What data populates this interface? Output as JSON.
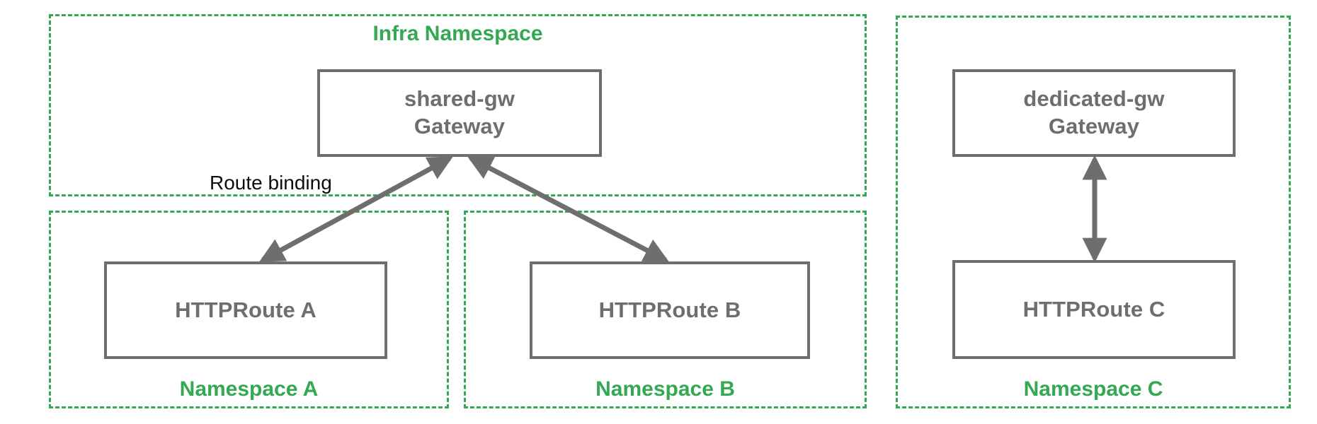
{
  "diagram": {
    "title_hidden": "",
    "colors": {
      "namespace_border": "#34a853",
      "namespace_label": "#34a853",
      "resource_border": "#6e6e6e",
      "resource_text": "#6e6e6e",
      "arrow": "#6e6e6e",
      "edge_label_text": "#0d0d0d",
      "background": "#ffffff"
    },
    "namespaces": [
      {
        "id": "infra",
        "label": "Infra Namespace",
        "label_position": "top-center"
      },
      {
        "id": "ns-a",
        "label": "Namespace A",
        "label_position": "bottom-center"
      },
      {
        "id": "ns-b",
        "label": "Namespace B",
        "label_position": "bottom-center"
      },
      {
        "id": "ns-c",
        "label": "Namespace C",
        "label_position": "bottom-center"
      }
    ],
    "nodes": [
      {
        "id": "shared-gw",
        "name": "shared-gw",
        "kind": "Gateway",
        "namespace": "infra"
      },
      {
        "id": "dedicated-gw",
        "name": "dedicated-gw",
        "kind": "Gateway",
        "namespace": "ns-c"
      },
      {
        "id": "httproute-a",
        "name": "HTTPRoute A",
        "kind": "",
        "namespace": "ns-a"
      },
      {
        "id": "httproute-b",
        "name": "HTTPRoute B",
        "kind": "",
        "namespace": "ns-b"
      },
      {
        "id": "httproute-c",
        "name": "HTTPRoute C",
        "kind": "",
        "namespace": "ns-c"
      }
    ],
    "edges": [
      {
        "id": "edge-a",
        "from": "httproute-a",
        "to": "shared-gw",
        "label": "Route binding",
        "arrowheads": "both"
      },
      {
        "id": "edge-b",
        "from": "httproute-b",
        "to": "shared-gw",
        "label": "",
        "arrowheads": "both"
      },
      {
        "id": "edge-c",
        "from": "httproute-c",
        "to": "dedicated-gw",
        "label": "",
        "arrowheads": "both"
      }
    ],
    "labels": {
      "route_binding": "Route binding"
    }
  }
}
